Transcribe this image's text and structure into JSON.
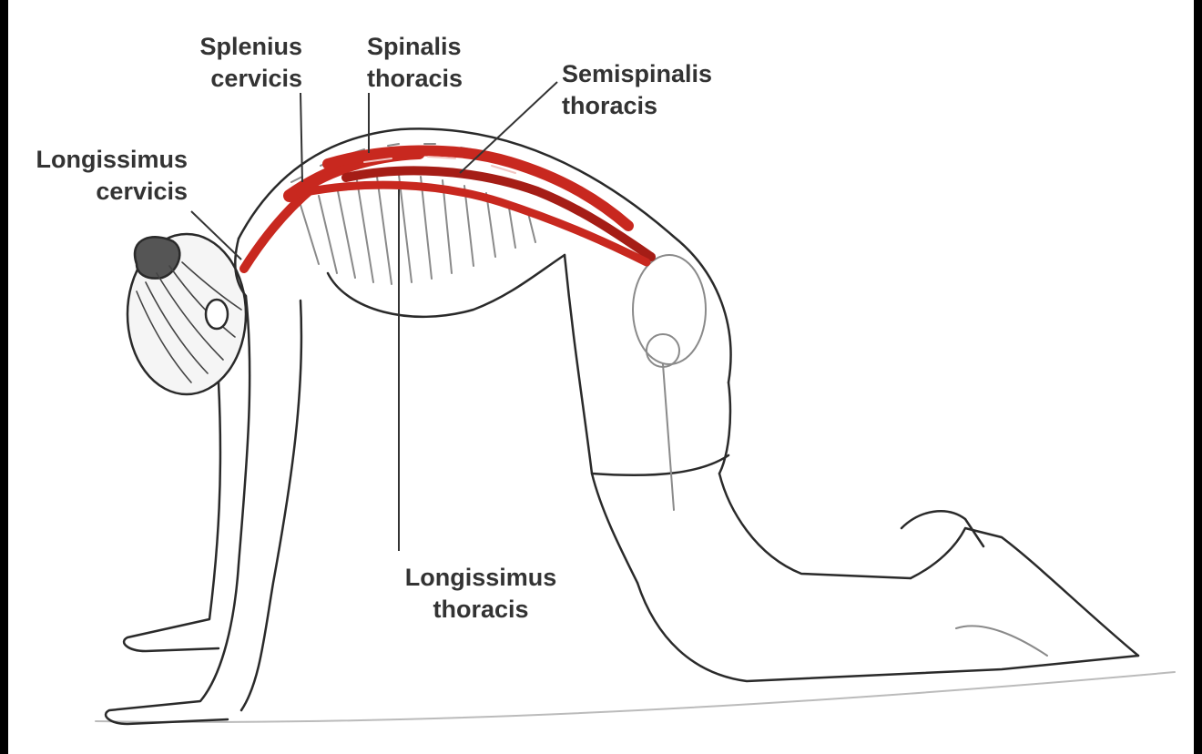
{
  "colors": {
    "muscle": "#c8281f",
    "muscle_dark": "#a51d16",
    "outline": "#2a2a2a",
    "shade": "#8a8a8a",
    "label_text": "#333333",
    "leader_line": "#333333"
  },
  "figure": {
    "subject": "person on hands and knees in cat stretch with arched back",
    "highlighted_muscles": [
      "splenius cervicis",
      "spinalis thoracis",
      "semispinalis thoracis",
      "longissimus cervicis",
      "longissimus thoracis"
    ]
  },
  "labels": {
    "splenius_cervicis": {
      "line1": "Splenius",
      "line2": "cervicis"
    },
    "spinalis_thoracis": {
      "line1": "Spinalis",
      "line2": "thoracis"
    },
    "semispinalis_thoracis": {
      "line1": "Semispinalis",
      "line2": "thoracis"
    },
    "longissimus_cervicis": {
      "line1": "Longissimus",
      "line2": "cervicis"
    },
    "longissimus_thoracis": {
      "line1": "Longissimus",
      "line2": "thoracis"
    }
  }
}
